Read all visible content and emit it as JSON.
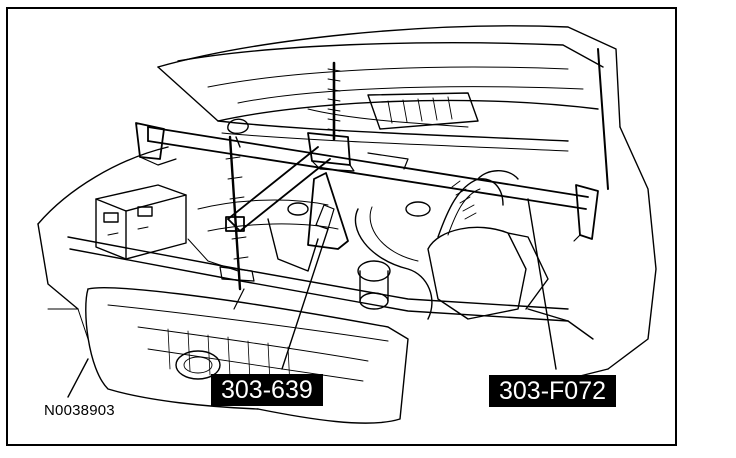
{
  "callouts": {
    "tool_left": "303-639",
    "tool_right": "303-F072"
  },
  "figure_id": "N0038903",
  "colors": {
    "line": "#000000",
    "background": "#ffffff",
    "callout_bg": "#000000",
    "callout_text": "#ffffff"
  }
}
